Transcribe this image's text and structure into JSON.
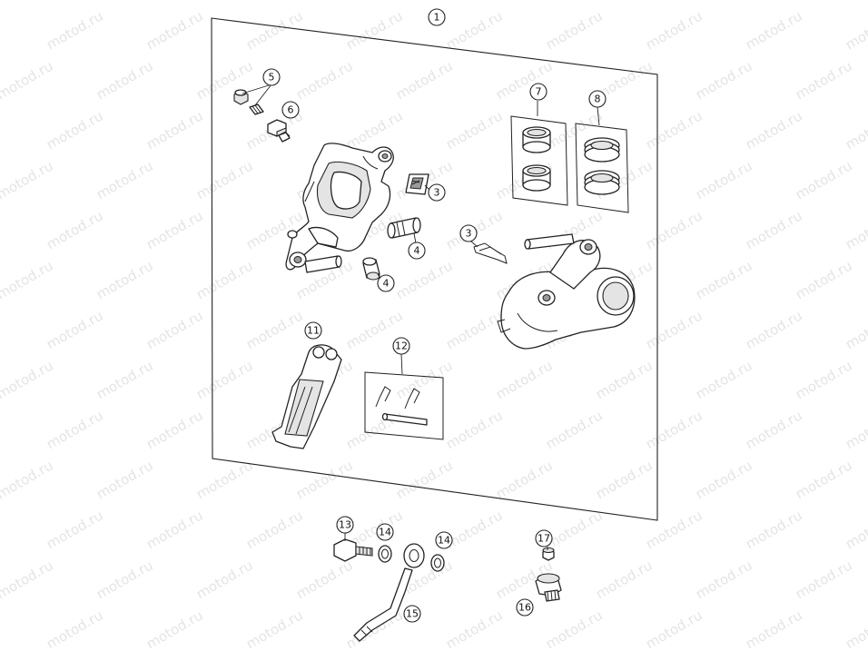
{
  "watermark": {
    "text": "motod.ru"
  },
  "callouts": [
    {
      "id": "c1",
      "label": "1"
    },
    {
      "id": "c5",
      "label": "5"
    },
    {
      "id": "c6",
      "label": "6"
    },
    {
      "id": "c3a",
      "label": "3"
    },
    {
      "id": "c4a",
      "label": "4"
    },
    {
      "id": "c4b",
      "label": "4"
    },
    {
      "id": "c7",
      "label": "7"
    },
    {
      "id": "c8",
      "label": "8"
    },
    {
      "id": "c3b",
      "label": "3"
    },
    {
      "id": "c11",
      "label": "11"
    },
    {
      "id": "c12",
      "label": "12"
    },
    {
      "id": "c13",
      "label": "13"
    },
    {
      "id": "c14a",
      "label": "14"
    },
    {
      "id": "c14b",
      "label": "14"
    },
    {
      "id": "c15",
      "label": "15"
    },
    {
      "id": "c17",
      "label": "17"
    },
    {
      "id": "c16",
      "label": "16"
    }
  ]
}
